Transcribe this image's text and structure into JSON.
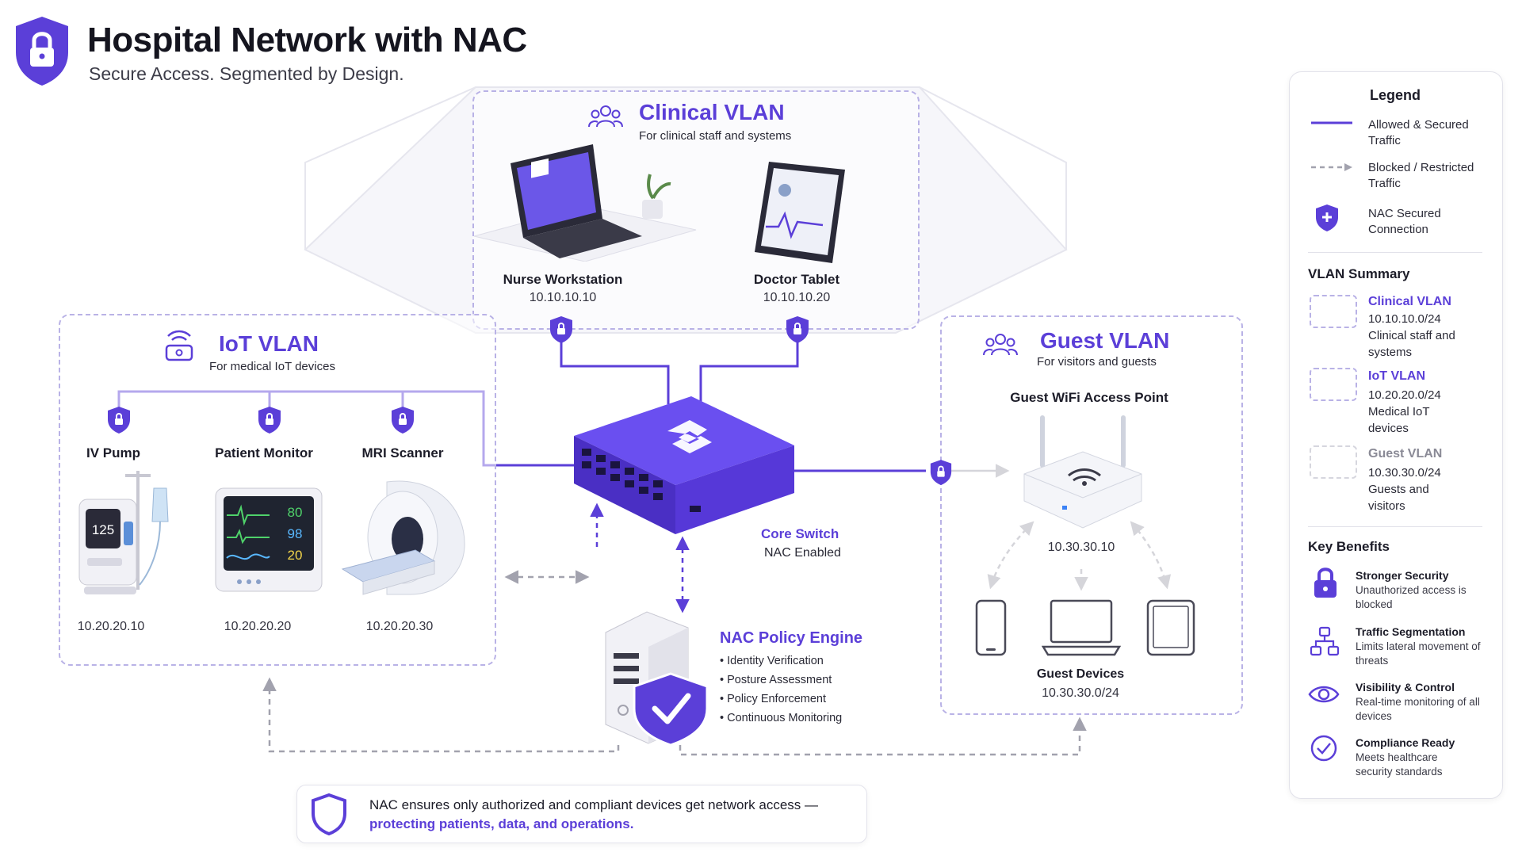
{
  "header": {
    "title": "Hospital Network with NAC",
    "subtitle": "Secure Access. Segmented by Design."
  },
  "clinical_vlan": {
    "title": "Clinical VLAN",
    "subtitle": "For clinical staff and systems",
    "devices": [
      {
        "name": "Nurse Workstation",
        "ip": "10.10.10.10"
      },
      {
        "name": "Doctor Tablet",
        "ip": "10.10.10.20"
      }
    ]
  },
  "iot_vlan": {
    "title": "IoT VLAN",
    "subtitle": "For medical IoT devices",
    "devices": [
      {
        "name": "IV Pump",
        "ip": "10.20.20.10",
        "display": "125"
      },
      {
        "name": "Patient Monitor",
        "ip": "10.20.20.20",
        "readings": [
          "80",
          "98",
          "20"
        ]
      },
      {
        "name": "MRI Scanner",
        "ip": "10.20.20.30"
      }
    ]
  },
  "guest_vlan": {
    "title": "Guest VLAN",
    "subtitle": "For visitors and guests",
    "access_point": {
      "name": "Guest WiFi Access Point",
      "ip": "10.30.30.10"
    },
    "devices": {
      "name": "Guest Devices",
      "subnet": "10.30.30.0/24"
    }
  },
  "core_switch": {
    "name": "Core Switch",
    "status": "NAC Enabled"
  },
  "policy_engine": {
    "name": "NAC Policy Engine",
    "features": [
      "Identity Verification",
      "Posture Assessment",
      "Policy Enforcement",
      "Continuous Monitoring"
    ]
  },
  "legend": {
    "title": "Legend",
    "items": [
      {
        "label": "Allowed & Secured Traffic",
        "icon": "solid-line"
      },
      {
        "label": "Blocked / Restricted Traffic",
        "icon": "dashed-arrow"
      },
      {
        "label": "NAC Secured Connection",
        "icon": "shield-icon"
      }
    ],
    "vlan_summary_title": "VLAN Summary",
    "vlan_summary": [
      {
        "name": "Clinical VLAN",
        "subnet": "10.10.10.0/24",
        "desc": "Clinical staff and systems"
      },
      {
        "name": "IoT VLAN",
        "subnet": "10.20.20.0/24",
        "desc": "Medical IoT devices"
      },
      {
        "name": "Guest VLAN",
        "subnet": "10.30.30.0/24",
        "desc": "Guests and visitors"
      }
    ],
    "benefits_title": "Key Benefits",
    "benefits": [
      {
        "title": "Stronger Security",
        "desc": "Unauthorized access is blocked",
        "icon": "lock-icon"
      },
      {
        "title": "Traffic Segmentation",
        "desc": "Limits lateral movement of threats",
        "icon": "network-icon"
      },
      {
        "title": "Visibility & Control",
        "desc": "Real-time monitoring of all devices",
        "icon": "eye-icon"
      },
      {
        "title": "Compliance Ready",
        "desc": "Meets healthcare security standards",
        "icon": "check-circle-icon"
      }
    ]
  },
  "banner": {
    "text": "NAC ensures only authorized and compliant devices get network access —",
    "highlight": "protecting patients, data, and operations."
  },
  "colors": {
    "accent": "#5b3fd8",
    "accent_light": "#b9b2e6",
    "dashed_gray": "#a2a2ae"
  }
}
